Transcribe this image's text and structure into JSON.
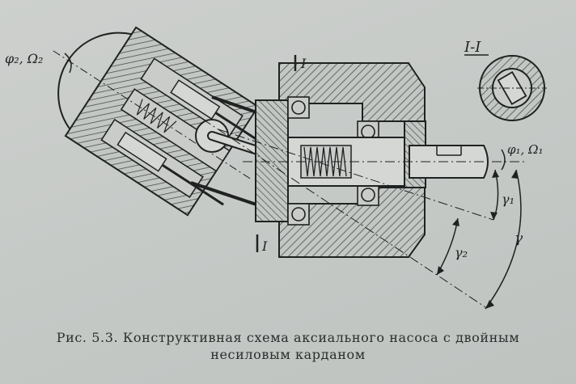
{
  "figure": {
    "caption_line_1": "Рис. 5.3. Конструктивная схема аксиального насоса с двойным",
    "caption_line_2": "несиловым карданом",
    "labels": {
      "input_shaft": "φ₁, Ω₁",
      "cylinder_block": "φ₂, Ω₂",
      "angle_gamma_1": "γ₁",
      "angle_gamma_2": "γ₂",
      "angle_gamma": "γ",
      "section_mark_top": "I",
      "section_mark_bottom": "I",
      "section_title": "I-I"
    },
    "colors": {
      "ink": "#1f2221",
      "paper": "#c9ccc9",
      "hatch": "#3a3d3c"
    }
  }
}
